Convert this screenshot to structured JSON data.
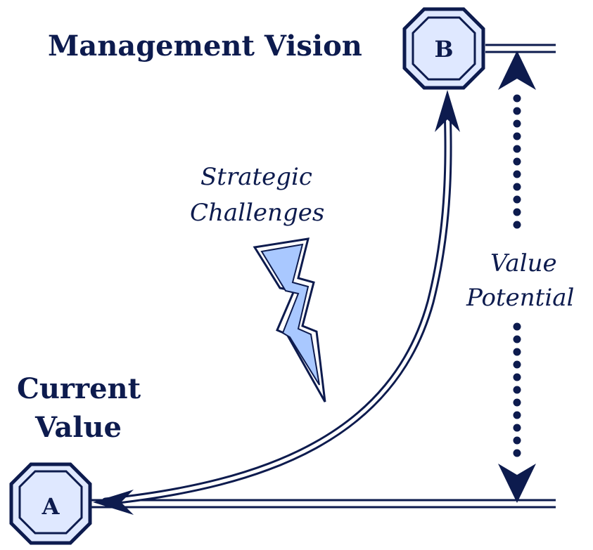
{
  "nodes": {
    "start": {
      "letter": "A",
      "label_line1": "Current",
      "label_line2": "Value"
    },
    "end": {
      "letter": "B",
      "label": "Management Vision"
    }
  },
  "challenge": {
    "line1": "Strategic",
    "line2": "Challenges",
    "icon": "lightning-bolt-icon"
  },
  "gap": {
    "line1": "Value",
    "line2": "Potential"
  },
  "colors": {
    "ink": "#0d1b4e",
    "node_fill": "#dfe8ff",
    "bolt_fill": "#a9c8ff"
  }
}
